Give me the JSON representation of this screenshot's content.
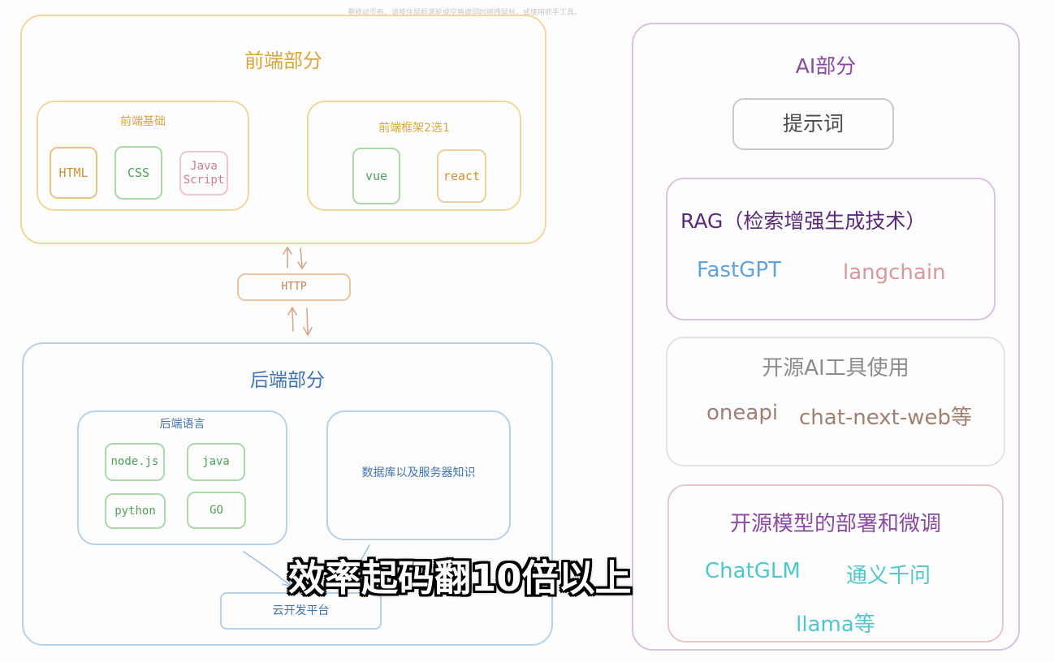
{
  "top_note": "要移动页布，请按住鼠标滚轮或空格键同时拖拽鼠标，或使用抓手工具。",
  "frontend": {
    "title": "前端部分",
    "basics": {
      "title": "前端基础",
      "items": [
        "HTML",
        "CSS",
        "Java Script"
      ]
    },
    "frameworks": {
      "title": "前端框架2选1",
      "items": [
        "vue",
        "react"
      ]
    }
  },
  "http": "HTTP",
  "backend": {
    "title": "后端部分",
    "languages": {
      "title": "后端语言",
      "items": [
        "node.js",
        "java",
        "python",
        "GO"
      ]
    },
    "database": "数据库以及服务器知识",
    "cloud": "云开发平台"
  },
  "ai": {
    "title": "AI部分",
    "prompt": "提示词",
    "rag": {
      "title": "RAG（检索增强生成技术）",
      "items": [
        "FastGPT",
        "langchain"
      ]
    },
    "open_source_tools": {
      "title": "开源AI工具使用",
      "items": [
        "oneapi",
        "chat-next-web等"
      ]
    },
    "models": {
      "title": "开源模型的部署和微调",
      "items": [
        "ChatGLM",
        "通义千问",
        "llama等"
      ]
    }
  },
  "caption": "效率起码翻10倍以上",
  "colors": {
    "frontend": "#d9a63a",
    "backend": "#3f72b4",
    "ai": "#8a4aa1",
    "green": "#4fa15a",
    "cyan": "#4fc7cf"
  }
}
